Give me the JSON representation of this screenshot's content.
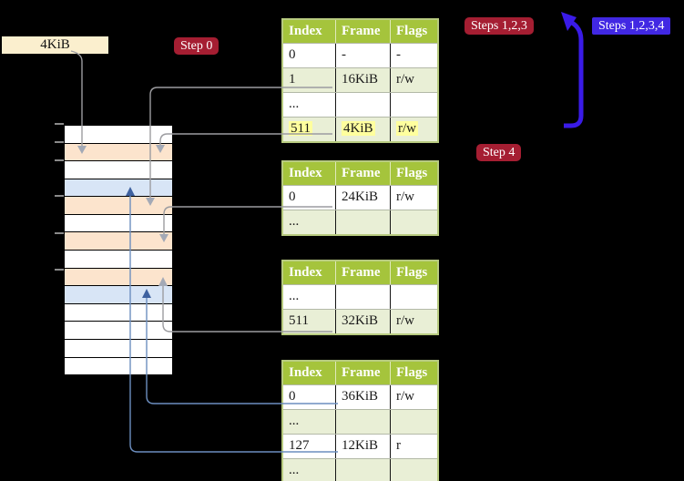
{
  "legend_box": {
    "label": "4KiB"
  },
  "badges": {
    "step0": {
      "label": "Step 0",
      "color": "#A51E32"
    },
    "steps123": {
      "label": "Steps 1,2,3",
      "color": "#A51E32"
    },
    "steps1234": {
      "label": "Steps 1,2,3,4",
      "color": "#4128E3"
    },
    "step4": {
      "label": "Step 4",
      "color": "#A51E32"
    }
  },
  "memory_strip": {
    "rows": [
      "white",
      "orange",
      "white",
      "blue",
      "orange",
      "white",
      "orange",
      "white",
      "orange",
      "blue",
      "white",
      "white",
      "white",
      "white"
    ],
    "tick_y": [
      136,
      156,
      176,
      215,
      256,
      296
    ]
  },
  "tables": [
    {
      "name": "table-1",
      "headers": [
        "Index",
        "Frame",
        "Flags"
      ],
      "rows": [
        {
          "cells": [
            "0",
            "-",
            "-"
          ],
          "shaded": false,
          "highlight": false
        },
        {
          "cells": [
            "1",
            "16KiB",
            "r/w"
          ],
          "shaded": true,
          "highlight": false
        },
        {
          "cells": [
            "...",
            "",
            ""
          ],
          "shaded": false,
          "highlight": false
        },
        {
          "cells": [
            "511",
            "4KiB",
            "r/w"
          ],
          "shaded": true,
          "highlight": true
        }
      ]
    },
    {
      "name": "table-2",
      "headers": [
        "Index",
        "Frame",
        "Flags"
      ],
      "rows": [
        {
          "cells": [
            "0",
            "24KiB",
            "r/w"
          ],
          "shaded": false,
          "highlight": false
        },
        {
          "cells": [
            "...",
            "",
            ""
          ],
          "shaded": true,
          "highlight": false
        }
      ]
    },
    {
      "name": "table-3",
      "headers": [
        "Index",
        "Frame",
        "Flags"
      ],
      "rows": [
        {
          "cells": [
            "...",
            "",
            ""
          ],
          "shaded": false,
          "highlight": false
        },
        {
          "cells": [
            "511",
            "32KiB",
            "r/w"
          ],
          "shaded": true,
          "highlight": false
        }
      ]
    },
    {
      "name": "table-4",
      "headers": [
        "Index",
        "Frame",
        "Flags"
      ],
      "rows": [
        {
          "cells": [
            "0",
            "36KiB",
            "r/w"
          ],
          "shaded": false,
          "highlight": false
        },
        {
          "cells": [
            "...",
            "",
            ""
          ],
          "shaded": true,
          "highlight": false
        },
        {
          "cells": [
            "127",
            "12KiB",
            "r"
          ],
          "shaded": false,
          "highlight": false
        },
        {
          "cells": [
            "...",
            "",
            ""
          ],
          "shaded": true,
          "highlight": false
        }
      ]
    }
  ],
  "arrows": [
    {
      "name": "arrow-4kib-box-to-frame-4kib",
      "from": "4KiB legend box",
      "to": "memory row 1",
      "color": "#9C9CA0"
    },
    {
      "name": "arrow-t1-row1-to-frame-16kib",
      "from": "table-1 row 1 (16KiB)",
      "to": "memory row 4",
      "color": "#9C9CA0"
    },
    {
      "name": "arrow-t1-row511-to-frame-4kib",
      "from": "table-1 row 511 (4KiB)",
      "to": "memory row 1",
      "color": "#9C9CA0"
    },
    {
      "name": "arrow-t2-row0-to-frame-24kib",
      "from": "table-2 row 0 (24KiB)",
      "to": "memory row 6",
      "color": "#9C9CA0"
    },
    {
      "name": "arrow-t3-row511-to-frame-32kib",
      "from": "table-3 row 511 (32KiB)",
      "to": "memory row 8",
      "color": "#9C9CA0"
    },
    {
      "name": "arrow-t4-row0-to-frame-36kib",
      "from": "table-4 row 0 (36KiB)",
      "to": "memory row 9",
      "color": "#6C8EBF"
    },
    {
      "name": "arrow-t4-row127-to-frame-12kib",
      "from": "table-4 row 127 (12KiB)",
      "to": "memory row 3",
      "color": "#6C8EBF"
    },
    {
      "name": "arrow-steps-loop",
      "from": "table-1 bottom area",
      "to": "Steps 1,2,3 badge",
      "color": "#3A1BE8"
    }
  ]
}
